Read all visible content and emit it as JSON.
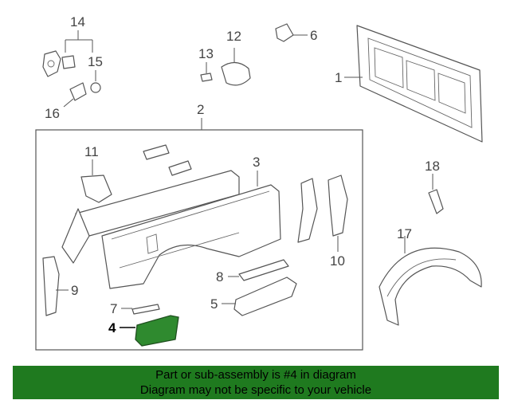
{
  "callouts": {
    "c1": "1",
    "c2": "2",
    "c3": "3",
    "c4": "4",
    "c5": "5",
    "c6": "6",
    "c7": "7",
    "c8": "8",
    "c9": "9",
    "c10": "10",
    "c11": "11",
    "c12": "12",
    "c13": "13",
    "c14": "14",
    "c15": "15",
    "c16": "16",
    "c17": "17",
    "c18": "18"
  },
  "highlighted_part": "4",
  "colors": {
    "highlight": "#2f8a2f",
    "banner": "#1f7a1f"
  },
  "banner": {
    "line1": "Part or sub-assembly is #4 in diagram",
    "line2": "Diagram may not be specific to your vehicle"
  }
}
